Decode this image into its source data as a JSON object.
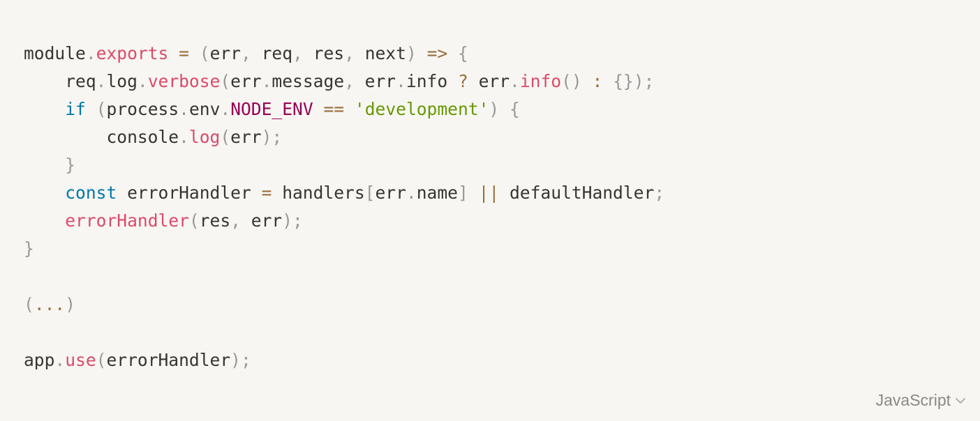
{
  "language_selector": {
    "label": "JavaScript",
    "icon": "chevron-down-icon"
  },
  "code": {
    "lines": [
      [
        [
          "t-plain",
          "module"
        ],
        [
          "t-pun",
          "."
        ],
        [
          "t-prop",
          "exports"
        ],
        [
          "t-plain",
          " "
        ],
        [
          "t-op",
          "="
        ],
        [
          "t-plain",
          " "
        ],
        [
          "t-pun",
          "("
        ],
        [
          "t-plain",
          "err"
        ],
        [
          "t-pun",
          ","
        ],
        [
          "t-plain",
          " req"
        ],
        [
          "t-pun",
          ","
        ],
        [
          "t-plain",
          " res"
        ],
        [
          "t-pun",
          ","
        ],
        [
          "t-plain",
          " next"
        ],
        [
          "t-pun",
          ")"
        ],
        [
          "t-plain",
          " "
        ],
        [
          "t-op",
          "=>"
        ],
        [
          "t-plain",
          " "
        ],
        [
          "t-pun",
          "{"
        ]
      ],
      [
        [
          "t-plain",
          "    req"
        ],
        [
          "t-pun",
          "."
        ],
        [
          "t-plain",
          "log"
        ],
        [
          "t-pun",
          "."
        ],
        [
          "t-fn",
          "verbose"
        ],
        [
          "t-pun",
          "("
        ],
        [
          "t-plain",
          "err"
        ],
        [
          "t-pun",
          "."
        ],
        [
          "t-plain",
          "message"
        ],
        [
          "t-pun",
          ","
        ],
        [
          "t-plain",
          " err"
        ],
        [
          "t-pun",
          "."
        ],
        [
          "t-plain",
          "info "
        ],
        [
          "t-op",
          "?"
        ],
        [
          "t-plain",
          " err"
        ],
        [
          "t-pun",
          "."
        ],
        [
          "t-fn",
          "info"
        ],
        [
          "t-pun",
          "()"
        ],
        [
          "t-plain",
          " "
        ],
        [
          "t-op",
          ":"
        ],
        [
          "t-plain",
          " "
        ],
        [
          "t-pun",
          "{});"
        ]
      ],
      [
        [
          "t-plain",
          "    "
        ],
        [
          "t-kw",
          "if"
        ],
        [
          "t-plain",
          " "
        ],
        [
          "t-pun",
          "("
        ],
        [
          "t-plain",
          "process"
        ],
        [
          "t-pun",
          "."
        ],
        [
          "t-plain",
          "env"
        ],
        [
          "t-pun",
          "."
        ],
        [
          "t-const",
          "NODE_ENV"
        ],
        [
          "t-plain",
          " "
        ],
        [
          "t-op",
          "=="
        ],
        [
          "t-plain",
          " "
        ],
        [
          "t-str",
          "'development'"
        ],
        [
          "t-pun",
          ")"
        ],
        [
          "t-plain",
          " "
        ],
        [
          "t-pun",
          "{"
        ]
      ],
      [
        [
          "t-plain",
          "        console"
        ],
        [
          "t-pun",
          "."
        ],
        [
          "t-fn",
          "log"
        ],
        [
          "t-pun",
          "("
        ],
        [
          "t-plain",
          "err"
        ],
        [
          "t-pun",
          ");"
        ]
      ],
      [
        [
          "t-plain",
          "    "
        ],
        [
          "t-pun",
          "}"
        ]
      ],
      [
        [
          "t-plain",
          "    "
        ],
        [
          "t-kw",
          "const"
        ],
        [
          "t-plain",
          " errorHandler "
        ],
        [
          "t-op",
          "="
        ],
        [
          "t-plain",
          " handlers"
        ],
        [
          "t-pun",
          "["
        ],
        [
          "t-plain",
          "err"
        ],
        [
          "t-pun",
          "."
        ],
        [
          "t-plain",
          "name"
        ],
        [
          "t-pun",
          "]"
        ],
        [
          "t-plain",
          " "
        ],
        [
          "t-op",
          "||"
        ],
        [
          "t-plain",
          " defaultHandler"
        ],
        [
          "t-pun",
          ";"
        ]
      ],
      [
        [
          "t-plain",
          "    "
        ],
        [
          "t-fn",
          "errorHandler"
        ],
        [
          "t-pun",
          "("
        ],
        [
          "t-plain",
          "res"
        ],
        [
          "t-pun",
          ","
        ],
        [
          "t-plain",
          " err"
        ],
        [
          "t-pun",
          ");"
        ]
      ],
      [
        [
          "t-pun",
          "}"
        ]
      ],
      [],
      [
        [
          "t-pun",
          "("
        ],
        [
          "t-op",
          "..."
        ],
        [
          "t-pun",
          ")"
        ]
      ],
      [],
      [
        [
          "t-plain",
          "app"
        ],
        [
          "t-pun",
          "."
        ],
        [
          "t-fn",
          "use"
        ],
        [
          "t-pun",
          "("
        ],
        [
          "t-plain",
          "errorHandler"
        ],
        [
          "t-pun",
          ");"
        ]
      ]
    ]
  }
}
